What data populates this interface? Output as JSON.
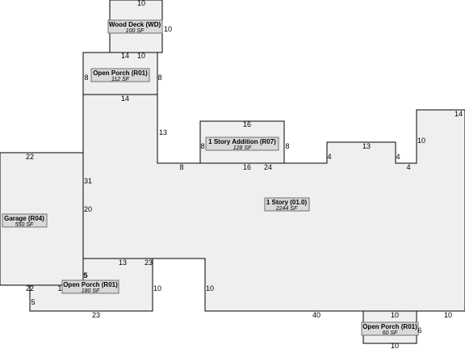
{
  "areas": {
    "wood_deck": {
      "name": "Wood Deck (WD)",
      "sf": "100 SF"
    },
    "open_porch_top": {
      "name": "Open Porch (R01)",
      "sf": "112 SF"
    },
    "addition": {
      "name": "1 Story Addition (R07)",
      "sf": "128 SF"
    },
    "main": {
      "name": "1 Story (01.0)",
      "sf": "2244 SF"
    },
    "garage": {
      "name": "Garage (R04)",
      "sf": "550 SF"
    },
    "open_porch_left": {
      "name": "Open Porch (R01)",
      "sf": "180 SF"
    },
    "open_porch_bottom": {
      "name": "Open Porch (R01)",
      "sf": "60 SF"
    }
  },
  "dimensions": {
    "deck_top": "10",
    "deck_right": "10",
    "deck_bottom_a": "14",
    "deck_bottom_b": "10",
    "porch_left": "8",
    "porch_right": "8",
    "porch_bottom": "14",
    "main_step": "13",
    "main_ledge": "8",
    "add_top": "16",
    "add_left": "8",
    "add_right": "8",
    "add_bottom": "16",
    "run_24": "24",
    "right_a": "4",
    "right_top": "13",
    "right_b": "4",
    "right_c": "4",
    "right_side": "10",
    "right_topmost": "14",
    "garage_top": "22",
    "garage_right_a": "31",
    "garage_right_b": "20",
    "lporch_top": "13",
    "lporch_top_b": "23",
    "lporch_right": "10",
    "lporch_left": "5",
    "lporch_left_b": "1",
    "lporch_bottom": "23",
    "garage_bottom": "22",
    "lporch_5": "5",
    "notch_left": "10",
    "main_bottom": "40",
    "bporch_top": "10",
    "bporch_right": "6",
    "bporch_bottom": "10",
    "main_bottom_right": "10"
  }
}
